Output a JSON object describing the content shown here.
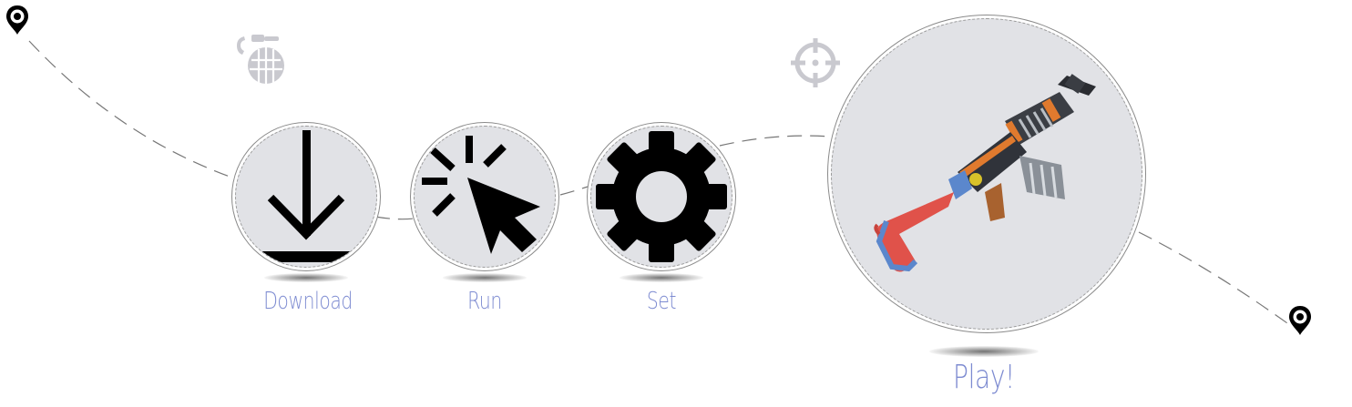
{
  "steps": [
    {
      "id": "download",
      "label": "Download",
      "icon": "download-icon"
    },
    {
      "id": "run",
      "label": "Run",
      "icon": "cursor-click-icon"
    },
    {
      "id": "set",
      "label": "Set",
      "icon": "gear-icon"
    },
    {
      "id": "play",
      "label": "Play!",
      "icon": "rifle-icon"
    }
  ],
  "decorations": [
    "grenade-icon",
    "crosshair-icon",
    "map-pin-icon"
  ],
  "colors": {
    "label": "#7d8bd1",
    "circle": "#e1e2e6",
    "icon": "#000000",
    "decoration": "#c9c9cf"
  }
}
